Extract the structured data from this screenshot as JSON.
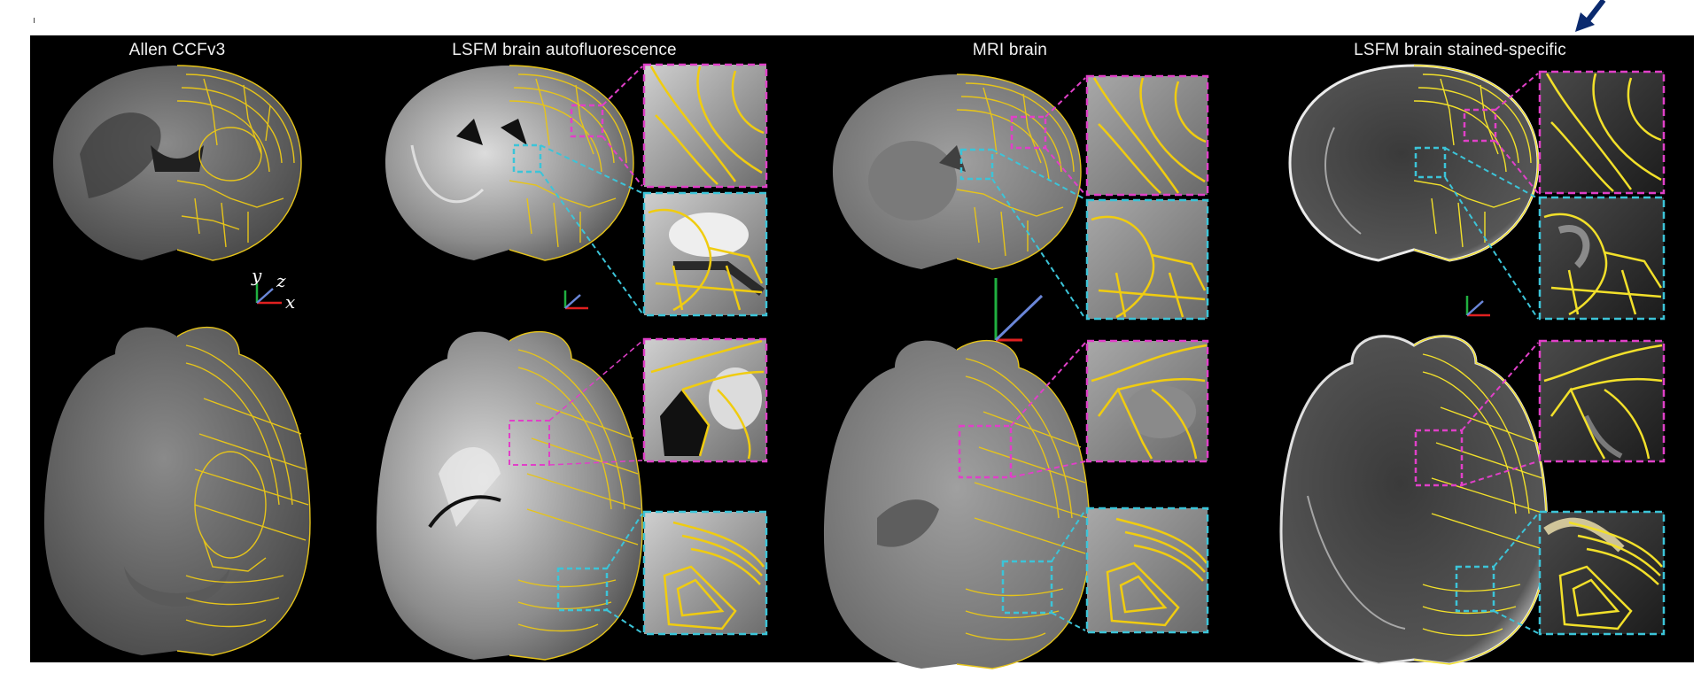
{
  "columns": [
    {
      "id": "allen",
      "title": "Allen CCFv3"
    },
    {
      "id": "lsfm-auto",
      "title": "LSFM brain autofluorescence"
    },
    {
      "id": "mri",
      "title": "MRI brain"
    },
    {
      "id": "lsfm-stained",
      "title": "LSFM brain stained-specific"
    }
  ],
  "axis_labels": {
    "y": "y",
    "z": "z",
    "x": "x"
  },
  "colors": {
    "background": "#000000",
    "outline": "#e6c41a",
    "magenta": "#e040c8",
    "cyan": "#3cc4d8",
    "axis_red": "#e02020",
    "axis_green": "#20b040",
    "axis_blue": "#6a86d8",
    "arrow": "#0b2a6e"
  }
}
